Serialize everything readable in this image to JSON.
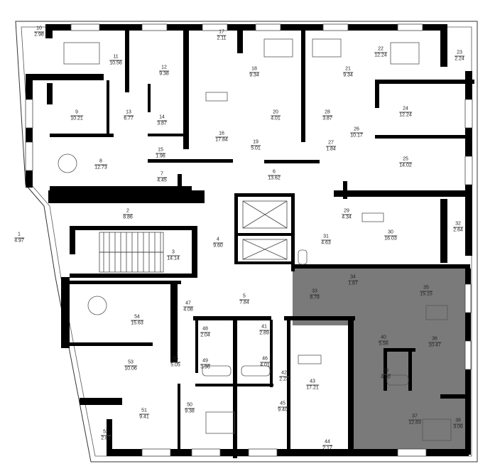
{
  "colors": {
    "wall": "#000000",
    "highlight": "#7a7a7a",
    "background": "#ffffff"
  },
  "rooms": [
    {
      "n": "1",
      "a": "4.97"
    },
    {
      "n": "2",
      "a": "8.86"
    },
    {
      "n": "3",
      "a": "14.14"
    },
    {
      "n": "4",
      "a": "9.60"
    },
    {
      "n": "5",
      "a": "7.84"
    },
    {
      "n": "6",
      "a": "13.62"
    },
    {
      "n": "7",
      "a": "4.45"
    },
    {
      "n": "8",
      "a": "12.73"
    },
    {
      "n": "9",
      "a": "10.21"
    },
    {
      "n": "10",
      "a": "2.98"
    },
    {
      "n": "11",
      "a": "10.56"
    },
    {
      "n": "12",
      "a": "9.38"
    },
    {
      "n": "13",
      "a": "6.77"
    },
    {
      "n": "14",
      "a": "3.87"
    },
    {
      "n": "15",
      "a": "1.96"
    },
    {
      "n": "16",
      "a": "17.84"
    },
    {
      "n": "17",
      "a": "2.11"
    },
    {
      "n": "18",
      "a": "9.34"
    },
    {
      "n": "19",
      "a": "5.01"
    },
    {
      "n": "20",
      "a": "4.01"
    },
    {
      "n": "21",
      "a": "9.34"
    },
    {
      "n": "22",
      "a": "12.24"
    },
    {
      "n": "23",
      "a": "2.24"
    },
    {
      "n": "24",
      "a": "12.24"
    },
    {
      "n": "25",
      "a": "14.02"
    },
    {
      "n": "26",
      "a": "10.17"
    },
    {
      "n": "27",
      "a": "1.84"
    },
    {
      "n": "28",
      "a": "3.87"
    },
    {
      "n": "29",
      "a": "4.34"
    },
    {
      "n": "30",
      "a": "16.03"
    },
    {
      "n": "31",
      "a": "4.63"
    },
    {
      "n": "32",
      "a": "2.64"
    },
    {
      "n": "33",
      "a": "8.79"
    },
    {
      "n": "34",
      "a": "1.87"
    },
    {
      "n": "35",
      "a": "15.15"
    },
    {
      "n": "36",
      "a": "10.47"
    },
    {
      "n": "37",
      "a": "12.83"
    },
    {
      "n": "38",
      "a": "3.06"
    },
    {
      "n": "39",
      "a": "4.20"
    },
    {
      "n": "40",
      "a": "5.56"
    },
    {
      "n": "41",
      "a": "2.89"
    },
    {
      "n": "42",
      "a": "2.23"
    },
    {
      "n": "43",
      "a": "17.21"
    },
    {
      "n": "44",
      "a": "2.17"
    },
    {
      "n": "45",
      "a": "9.40"
    },
    {
      "n": "46",
      "a": "4.01"
    },
    {
      "n": "47",
      "a": "4.08"
    },
    {
      "n": "48",
      "a": "2.04"
    },
    {
      "n": "49",
      "a": "3.96"
    },
    {
      "n": "50",
      "a": "9.38"
    },
    {
      "n": "51",
      "a": "9.41"
    },
    {
      "n": "52",
      "a": "2.82"
    },
    {
      "n": "53",
      "a": "10.06"
    },
    {
      "n": "54",
      "a": "15.63"
    },
    {
      "n": "55",
      "a": "5.05"
    }
  ]
}
